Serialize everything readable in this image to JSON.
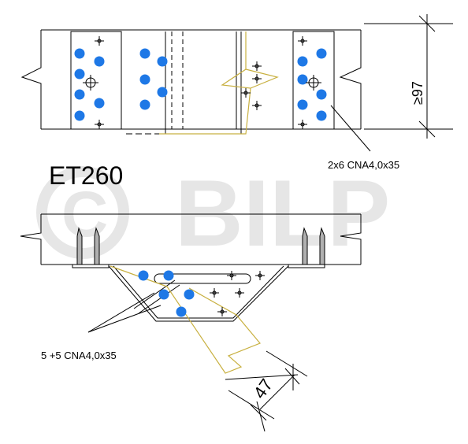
{
  "diagram": {
    "model_label": "ET260",
    "watermark": "© BILP",
    "top_view": {
      "nail_label": "2x6  CNA4,0x35",
      "min_dimension": "≥97"
    },
    "side_view": {
      "nail_label": "5 +5 CNA4,0x35",
      "dimension": "47"
    },
    "colors": {
      "line": "#000000",
      "nail_fill": "#1e78e6",
      "timber_outline": "#c8b040",
      "watermark": "#e6e6e6"
    }
  }
}
